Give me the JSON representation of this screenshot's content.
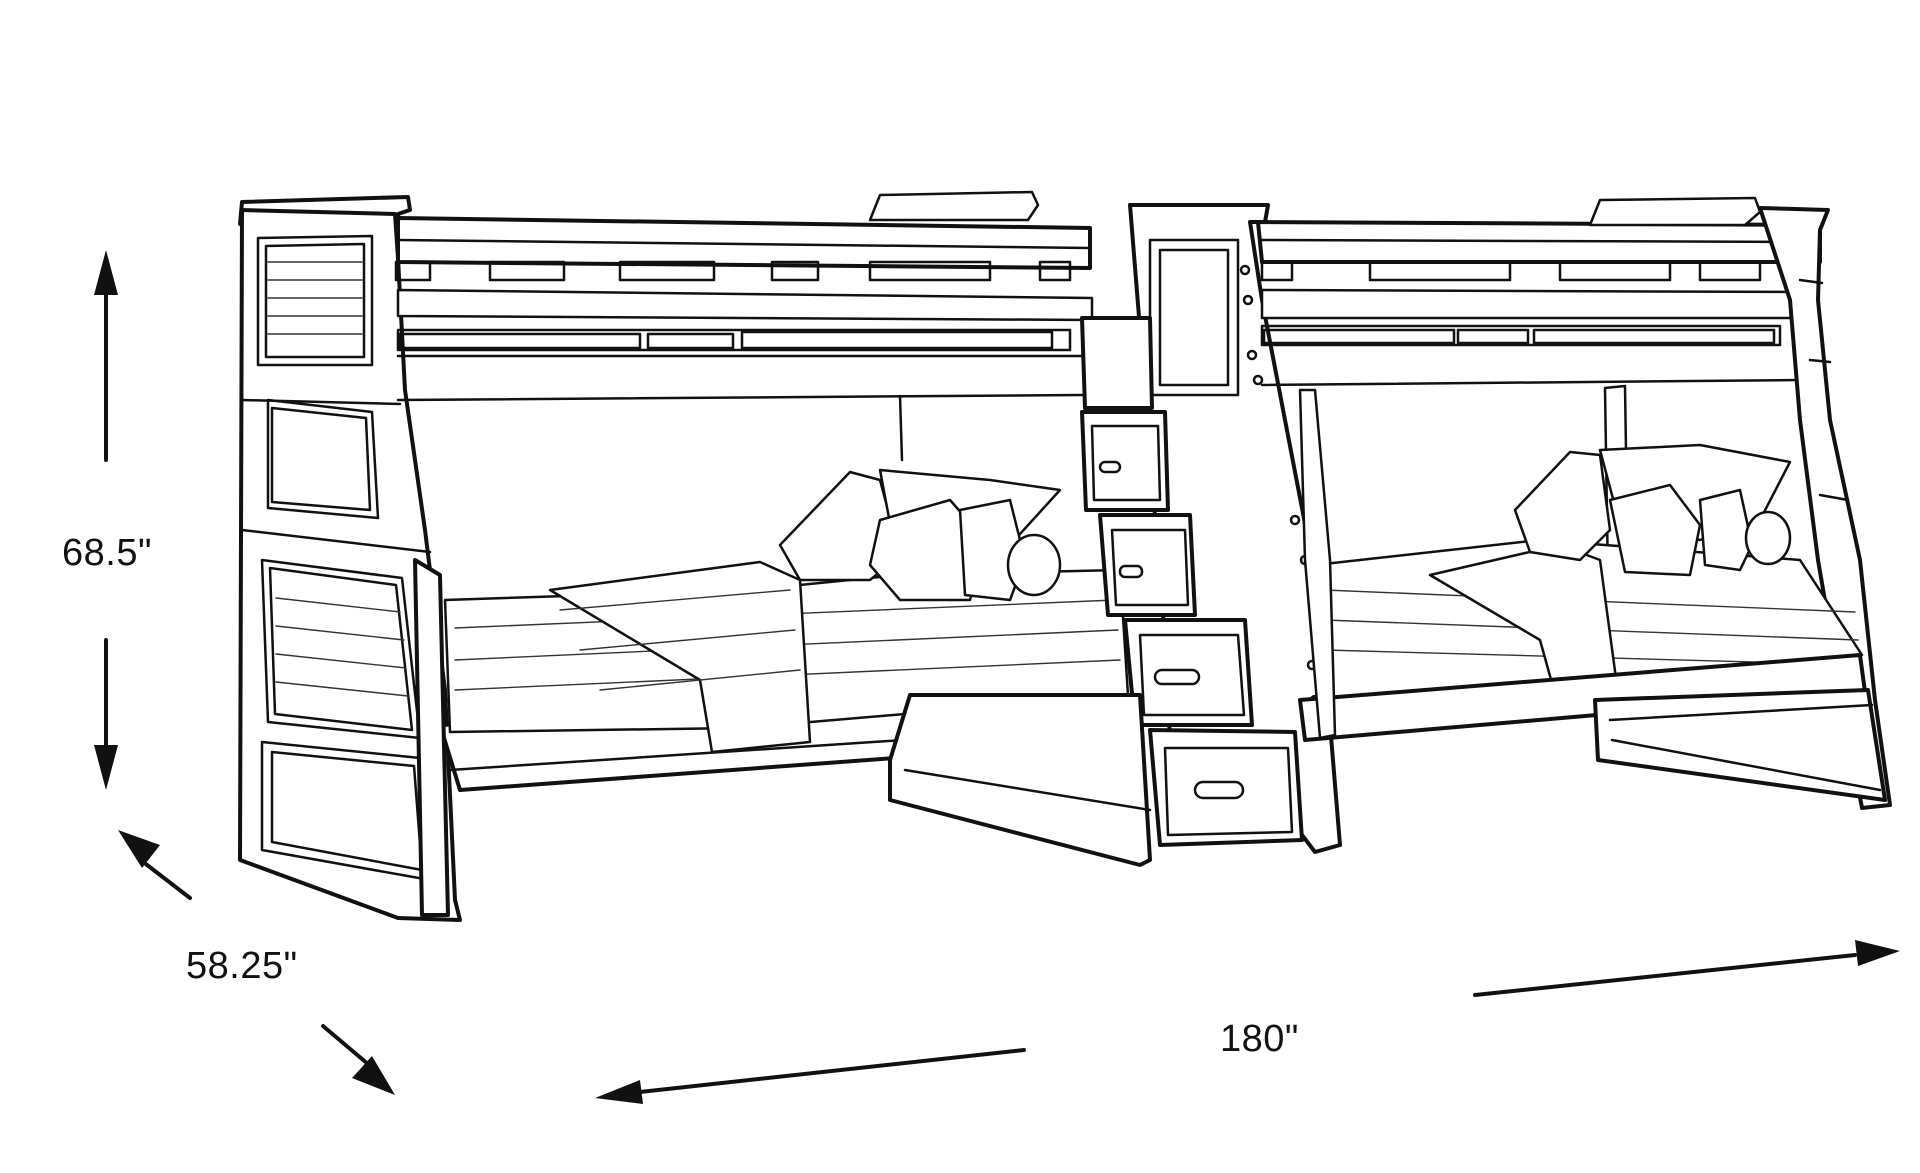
{
  "dimensions": {
    "height": "68.5\"",
    "depth": "58.25\"",
    "width": "180\""
  },
  "colors": {
    "line": "#111111",
    "background": "#ffffff"
  }
}
